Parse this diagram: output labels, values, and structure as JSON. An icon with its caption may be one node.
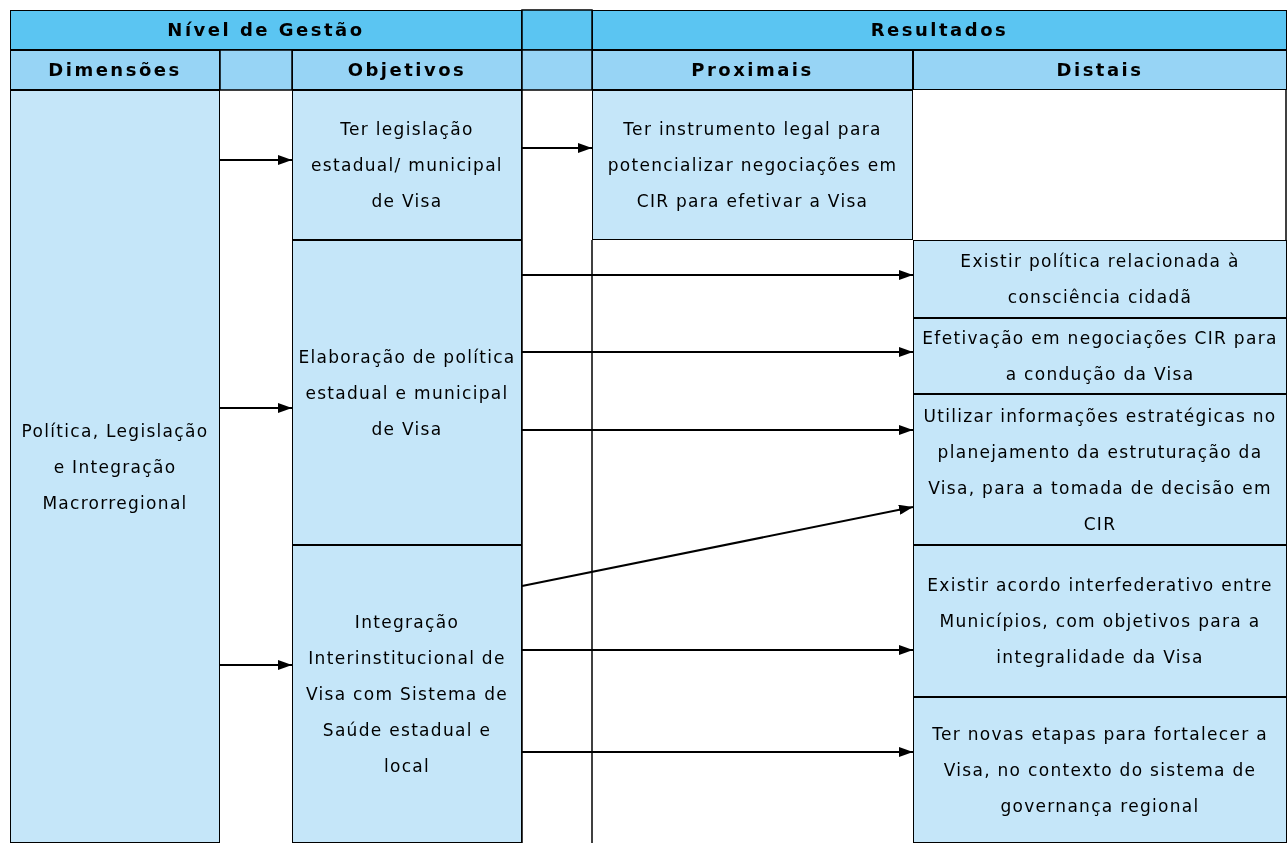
{
  "diagram": {
    "nodes": [
      {
        "text": [
          "Nível de Gestão"
        ]
      },
      {
        "text": [
          "Resultados"
        ]
      },
      {
        "text": [
          "Dimensões"
        ]
      },
      {
        "text": [
          "Objetivos"
        ]
      },
      {
        "text": [
          "Proximais"
        ]
      },
      {
        "text": [
          "Distais"
        ]
      },
      {
        "text": [
          "Política, Legislação e Integração Macrorregional"
        ]
      },
      {
        "text": [
          "Ter legislação estadual/ municipal de Visa"
        ]
      },
      {
        "text": [
          "Elaboração de política estadual e municipal de Visa"
        ]
      },
      {
        "text": [
          "Integração Interinstitucional de Visa com Sistema de Saúde estadual e local"
        ]
      },
      {
        "text": [
          "Ter instrumento legal para potencializar negociações em CIR para efetivar a Visa"
        ]
      },
      {
        "text": [
          "Existir política relacionada à consciência cidadã"
        ]
      },
      {
        "text": [
          "Efetivação em negociações CIR para a condução da Visa"
        ]
      },
      {
        "text": [
          "Utilizar informações estratégicas no planejamento da estruturação da Visa, para a tomada de decisão em CIR"
        ]
      },
      {
        "text": [
          "Existir acordo interfederativo entre Municípios, com objetivos para a integralidade da Visa"
        ]
      },
      {
        "text": [
          "Ter novas etapas para fortalecer a Visa, no contexto do sistema de governança regional"
        ]
      }
    ],
    "edges": [
      {
        "from": 6,
        "to": 7,
        "arrow": "to"
      },
      {
        "from": 6,
        "to": 8,
        "arrow": "to"
      },
      {
        "from": 6,
        "to": 9,
        "arrow": "to"
      },
      {
        "from": 7,
        "to": 10,
        "arrow": "to"
      },
      {
        "from": 8,
        "to": 11,
        "arrow": "to"
      },
      {
        "from": 8,
        "to": 12,
        "arrow": "to"
      },
      {
        "from": 8,
        "to": 13,
        "arrow": "to"
      },
      {
        "from": 9,
        "to": 13,
        "arrow": "to"
      },
      {
        "from": 9,
        "to": 14,
        "arrow": "to"
      },
      {
        "from": 9,
        "to": 15,
        "arrow": "to"
      }
    ]
  }
}
